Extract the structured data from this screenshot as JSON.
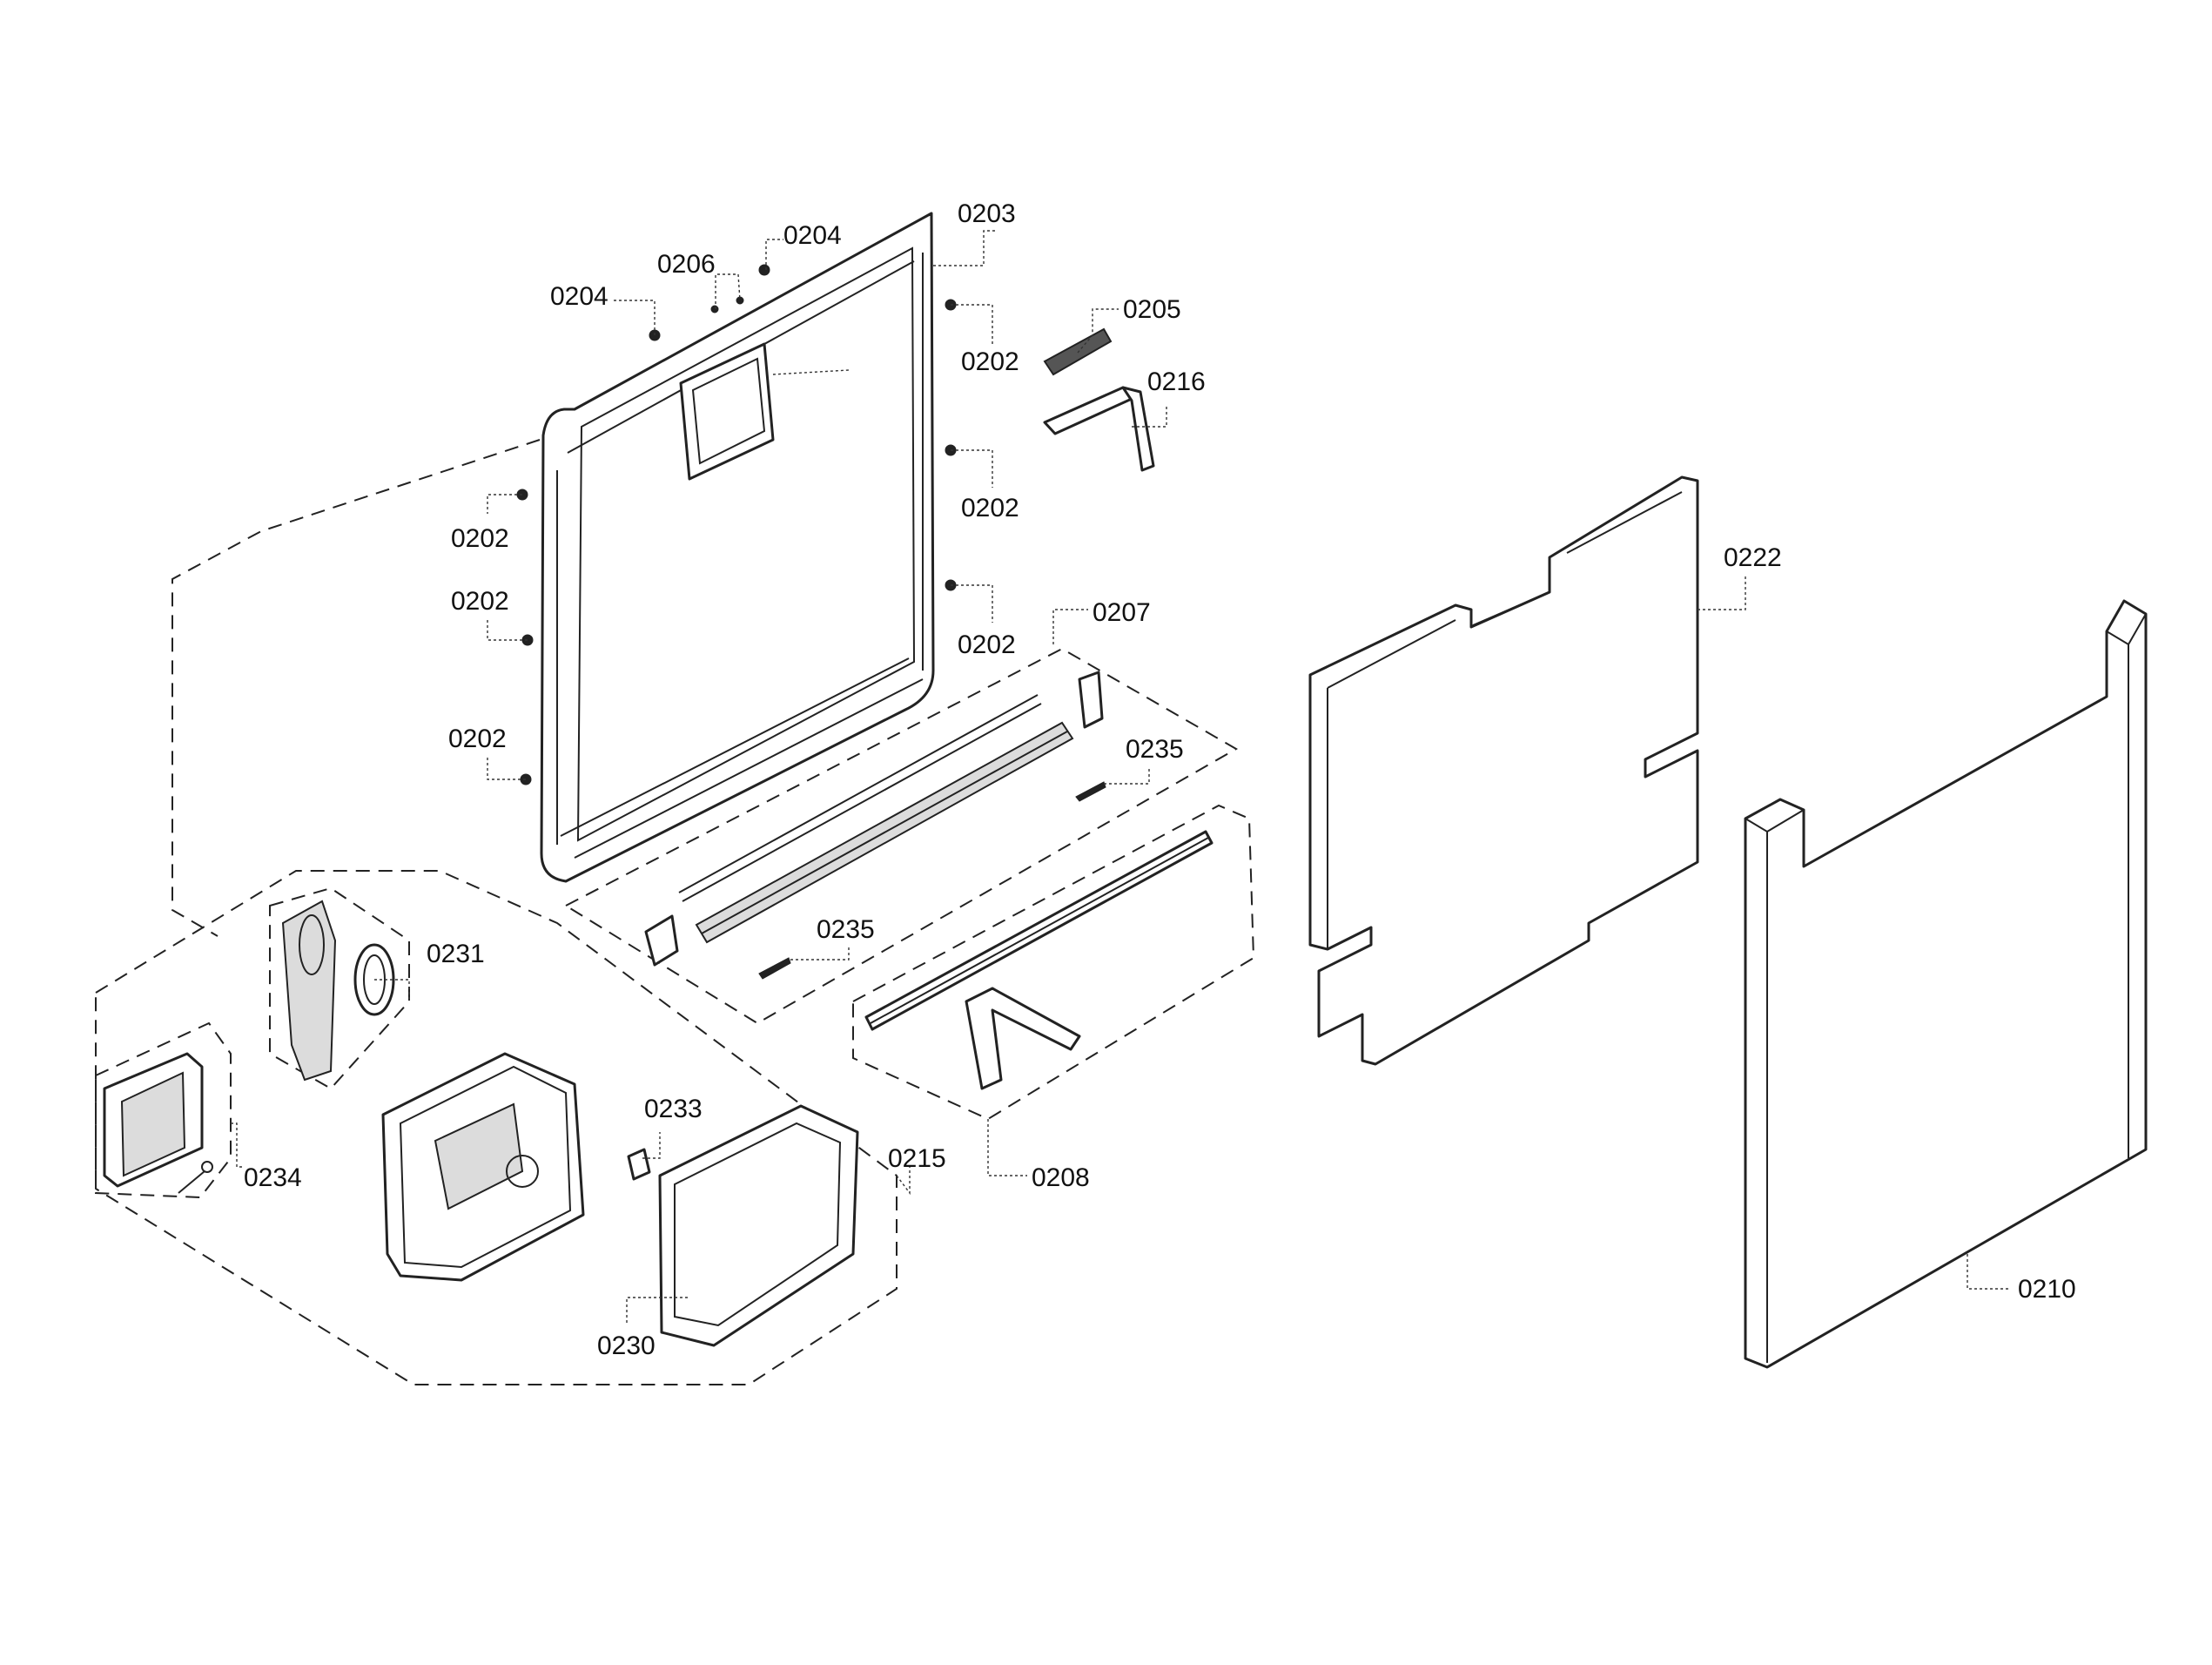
{
  "diagram": {
    "labels": {
      "l0203": "0203",
      "l0204a": "0204",
      "l0204b": "0204",
      "l0206": "0206",
      "l0205": "0205",
      "l0216": "0216",
      "l0202a": "0202",
      "l0202b": "0202",
      "l0202c": "0202",
      "l0202d": "0202",
      "l0202e": "0202",
      "l0202f": "0202",
      "l0207": "0207",
      "l0235a": "0235",
      "l0235b": "0235",
      "l0222": "0222",
      "l0231": "0231",
      "l0233": "0233",
      "l0215": "0215",
      "l0208": "0208",
      "l0234": "0234",
      "l0230": "0230",
      "l0210": "0210"
    }
  }
}
